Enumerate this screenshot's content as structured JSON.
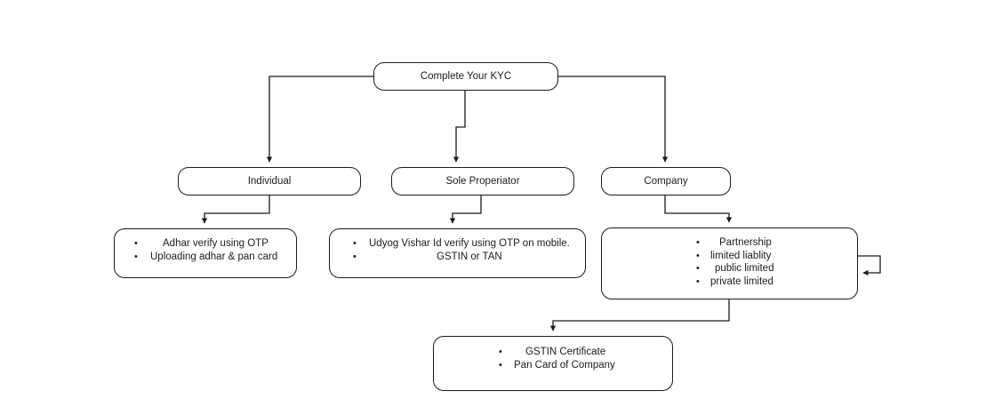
{
  "diagram": {
    "title": "Complete Your KYC",
    "type": "flowchart",
    "stroke_color": "#1b1b1b",
    "background_color": "#ffffff",
    "nodes": {
      "root": {
        "label": "Complete Your KYC"
      },
      "individual": {
        "label": "Individual"
      },
      "sole_proprietor": {
        "label": "Sole Properiator"
      },
      "company": {
        "label": "Company"
      },
      "individual_docs": {
        "bullets": [
          "Adhar verify using OTP",
          "Uploading adhar & pan card"
        ]
      },
      "sole_docs": {
        "bullets": [
          "Udyog Vishar Id verify using OTP on mobile.",
          "GSTIN or TAN"
        ]
      },
      "company_types": {
        "bullets": [
          "Partnership",
          "limited liablity",
          "public limited",
          "private limited"
        ]
      },
      "company_docs": {
        "bullets": [
          "GSTIN Certificate",
          "Pan Card of Company"
        ]
      }
    }
  }
}
